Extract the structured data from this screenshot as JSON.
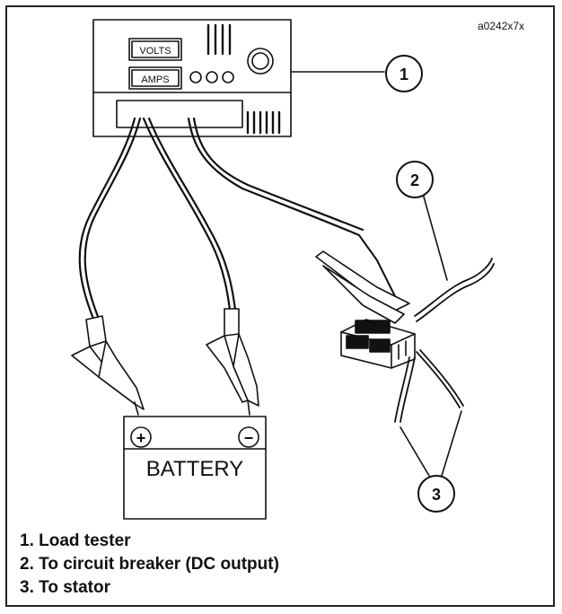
{
  "figure_code": "a0242x7x",
  "tester": {
    "volts_label": "VOLTS",
    "amps_label": "AMPS"
  },
  "battery": {
    "label": "BATTERY",
    "plus": "+",
    "minus": "−"
  },
  "callouts": [
    "1",
    "2",
    "3"
  ],
  "legend": [
    "1. Load tester",
    "2. To circuit breaker (DC output)",
    "3. To stator"
  ]
}
